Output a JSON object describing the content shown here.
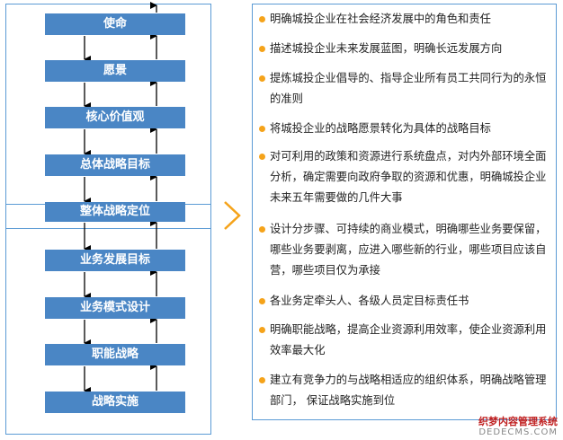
{
  "flow": {
    "steps": [
      "使命",
      "愿景",
      "核心价值观",
      "总体战略目标",
      "整体战略定位",
      "业务发展目标",
      "业务模式设计",
      "职能战略",
      "战略实施"
    ]
  },
  "bullets": [
    "明确城投企业在社会经济发展中的角色和责任",
    "描述城投企业未来发展蓝图，明确长远发展方向",
    "提炼城投企业倡导的、指导企业所有员工共同行为的永恒的准则",
    "将城投企业的战略愿景转化为具体的战略目标",
    "对可利用的政策和资源进行系统盘点，对内外部环境全面分析，确定需要向政府争取的资源和优惠，明确城投企业未来五年需要做的几件大事",
    "设计分步骤、可持续的商业模式，明确哪些业务要保留，哪些业务要剥离，应进入哪些新的行业，哪些项目应该自营，哪些项目仅为承接",
    "各业务定牵头人、各级人员定目标责任书",
    "明确职能战略，提高企业资源利用效率，使企业资源利用效率最大化",
    "建立有竞争力的与战略相适应的组织体系，明确战略管理部门， 保证战略实施到位"
  ],
  "watermark": {
    "line1": "织梦内容管理系统",
    "line2": "DEDECMS.COM"
  },
  "colors": {
    "box": "#4a86c5",
    "border": "#5b9bd5",
    "bullet": "#f5a31a",
    "chevron": "#f5a31a"
  }
}
